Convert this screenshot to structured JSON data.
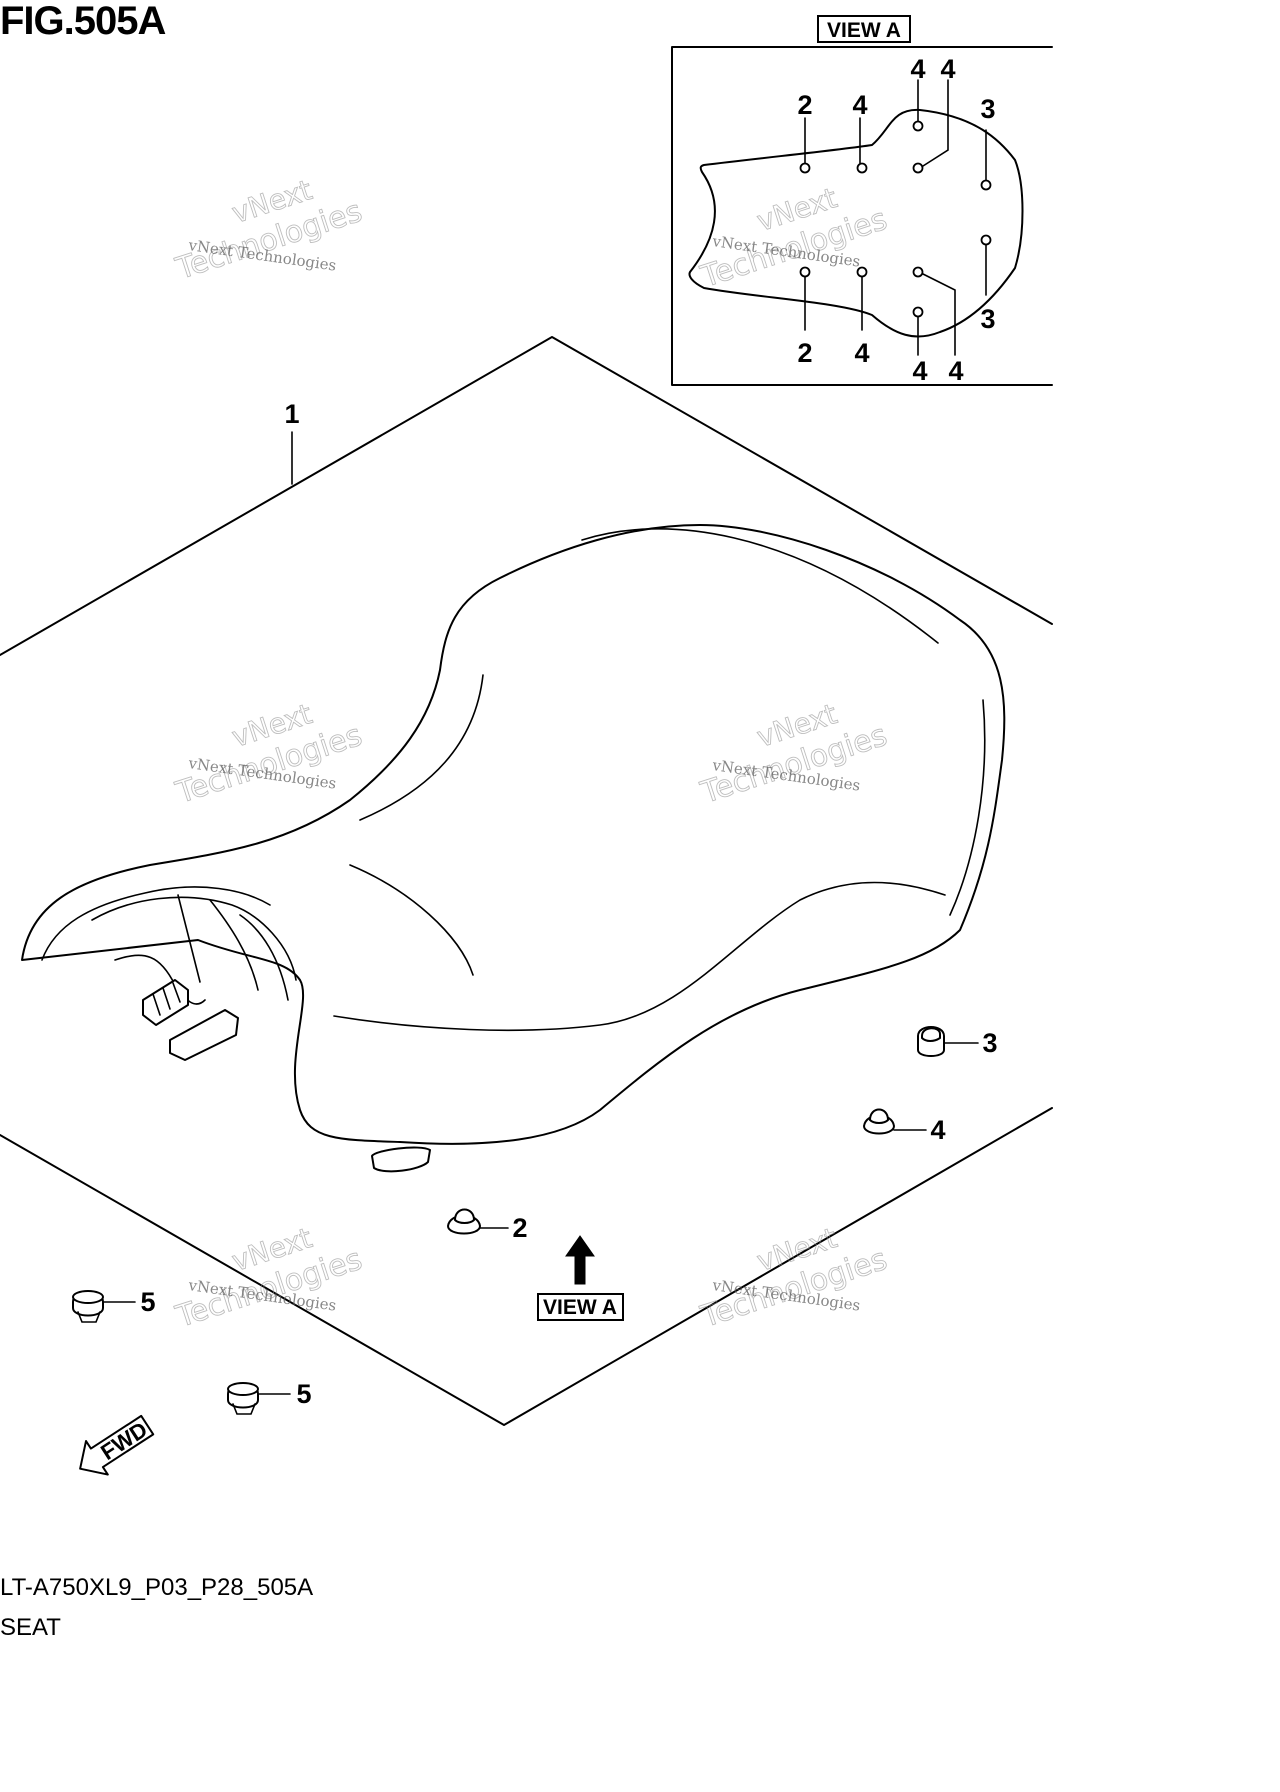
{
  "figure_title": "FIG.505A",
  "view_a": {
    "label": "VIEW A",
    "callouts": [
      "4",
      "4",
      "2",
      "4",
      "3",
      "3",
      "2",
      "4",
      "4",
      "4"
    ]
  },
  "main_callouts": {
    "seat": "1",
    "part_3": "3",
    "part_4": "4",
    "part_2": "2",
    "part_5_a": "5",
    "part_5_b": "5"
  },
  "view_a_arrow_label": "VIEW A",
  "fwd_label": "FWD",
  "watermark": {
    "line1": "vNext",
    "line2": "Technologies",
    "small": "vNext Technologies"
  },
  "footer": {
    "code": "LT-A750XL9_P03_P28_505A",
    "name": "SEAT"
  }
}
